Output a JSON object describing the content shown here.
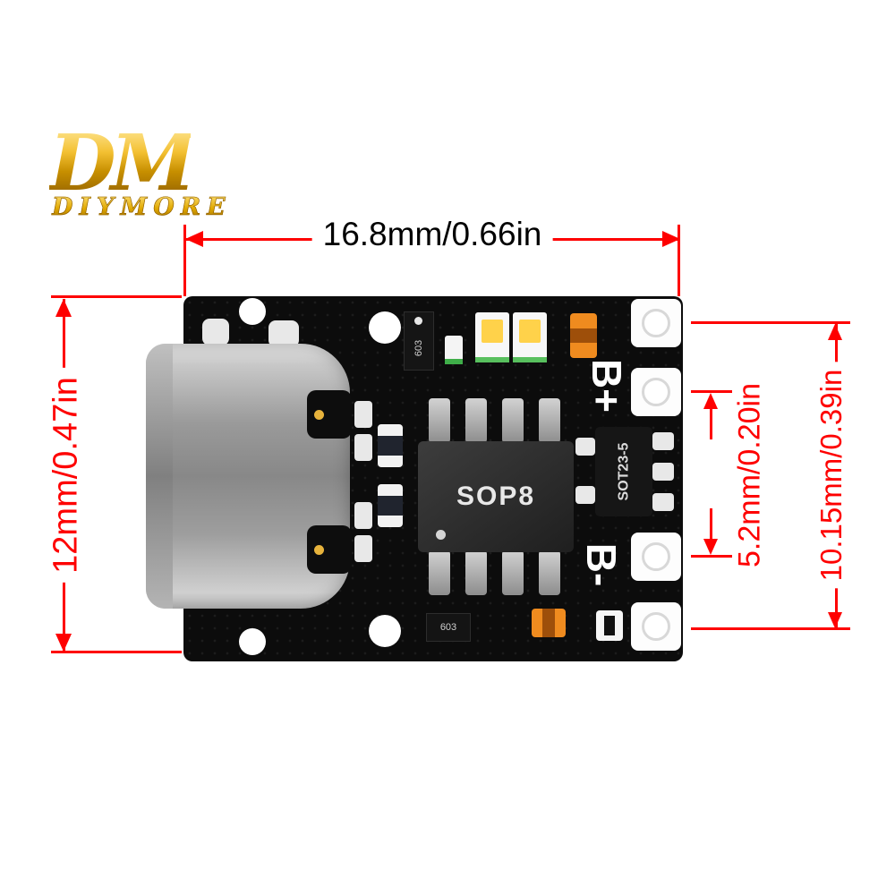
{
  "brand": {
    "logo": "DM",
    "name": "DIYMORE"
  },
  "annotations": {
    "board_width": "16.8mm/0.66in",
    "board_height": "12mm/0.47in",
    "pad_pitch": "5.2mm/0.20in",
    "hole_pitch": "10.15mm/0.39in"
  },
  "board": {
    "ic_label": "SOP8",
    "regulator_label": "SOT23-5",
    "pad_positive": "B+",
    "pad_negative": "B-",
    "component_marking_top": "603",
    "component_marking_bottom": "603"
  },
  "colors": {
    "dimension_red": "#fe0000",
    "logo_gold": "#e0a800",
    "pcb_black": "#0c0c0c",
    "connector_gray": "#9a9a9a",
    "component_orange": "#ef8b1f"
  }
}
